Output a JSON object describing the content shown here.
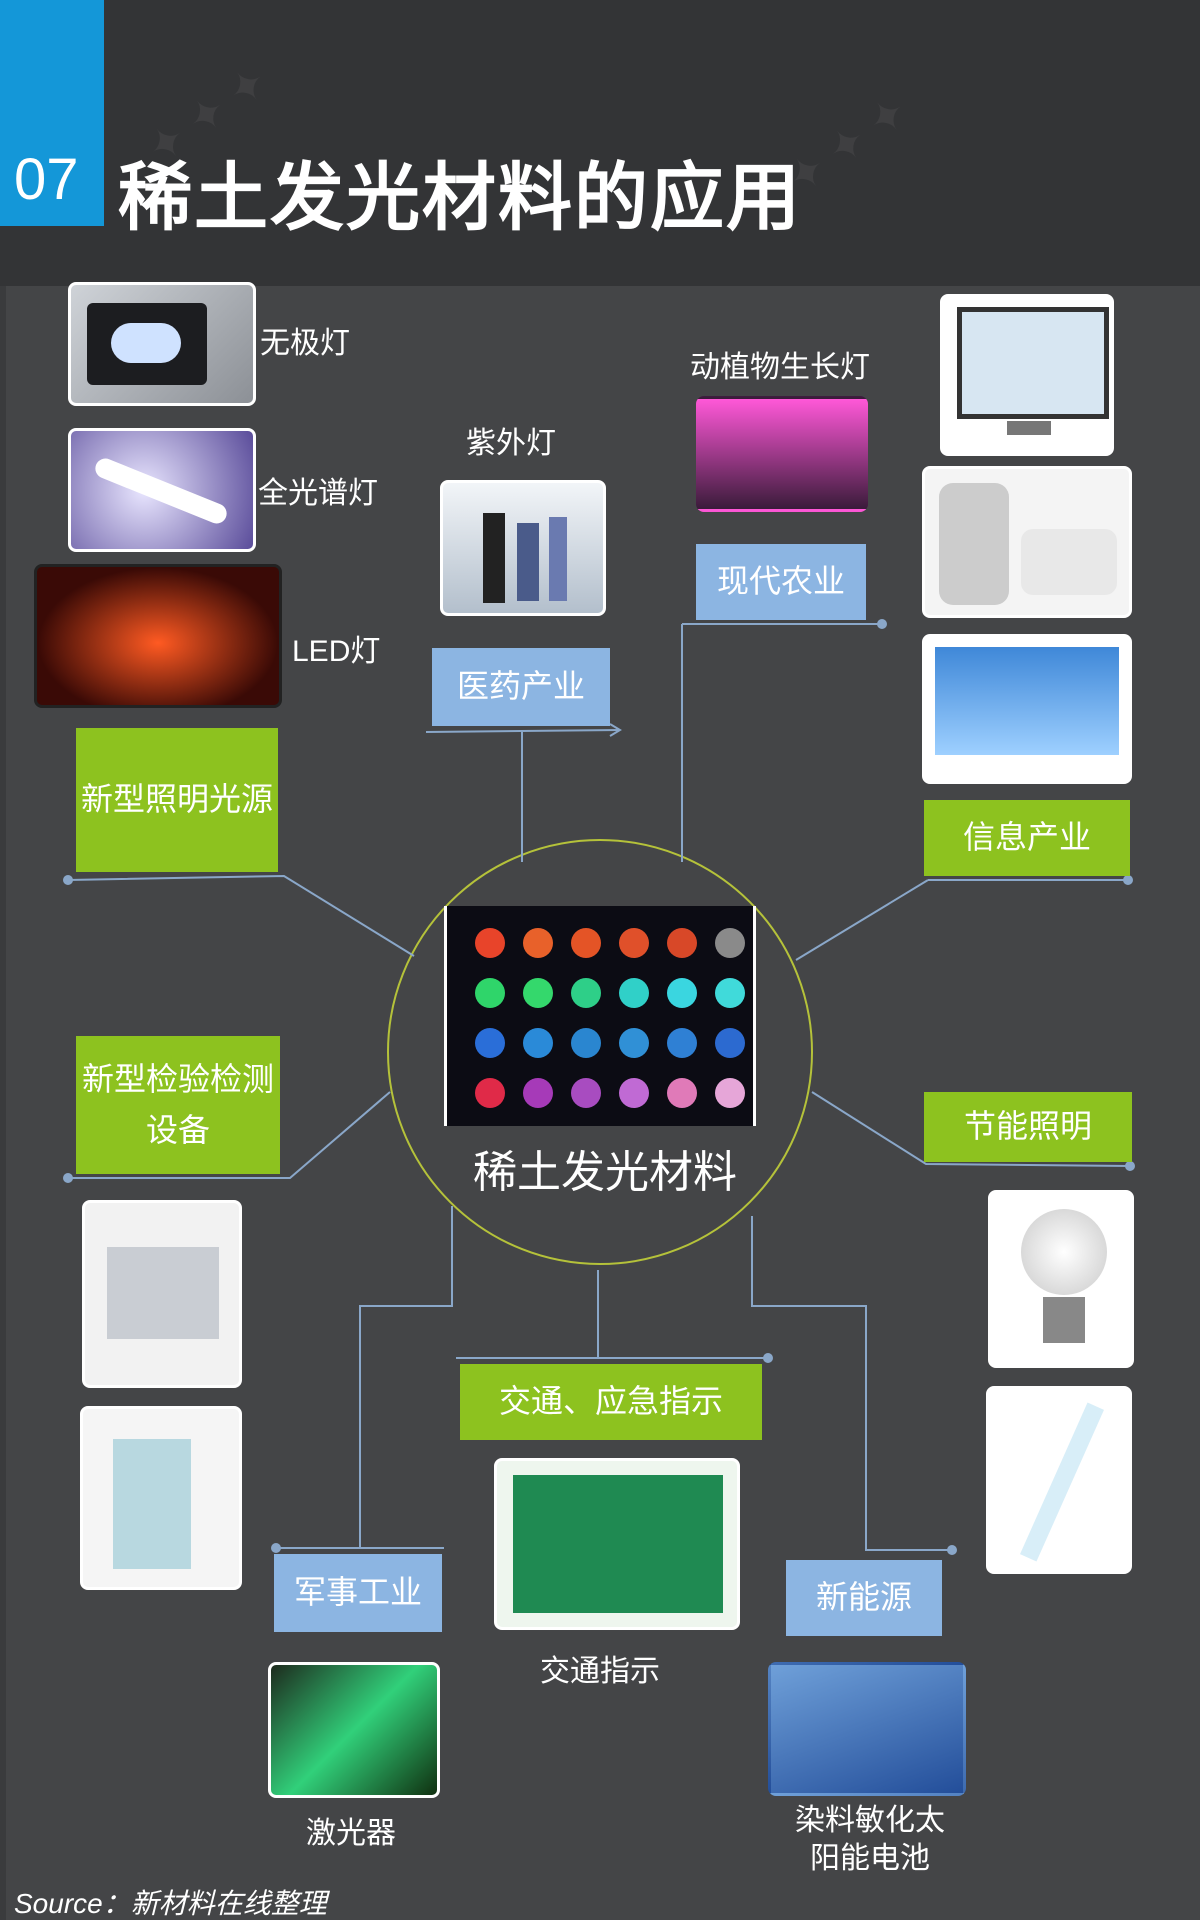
{
  "header": {
    "number": "07",
    "title": "稀土发光材料的应用"
  },
  "center": {
    "label": "稀土发光材料"
  },
  "categories": {
    "lighting_new": "新型照明光源",
    "medical": "医药产业",
    "agriculture": "现代农业",
    "info": "信息产业",
    "inspection": "新型检验检测设备",
    "energy_saving": "节能照明",
    "traffic": "交通、应急指示",
    "military": "军事工业",
    "new_energy": "新能源"
  },
  "captions": {
    "electrodeless": "无极灯",
    "full_spectrum": "全光谱灯",
    "led": "LED灯",
    "uv": "紫外灯",
    "plant": "动植物生长灯",
    "traffic_sign": "交通指示",
    "laser": "激光器",
    "dye_solar": "染料敏化太阳能电池"
  },
  "colors": {
    "green": "#8dc21f",
    "blue": "#8cb5e2",
    "accent": "#1497d8"
  },
  "source": "Source：新材料在线整理"
}
